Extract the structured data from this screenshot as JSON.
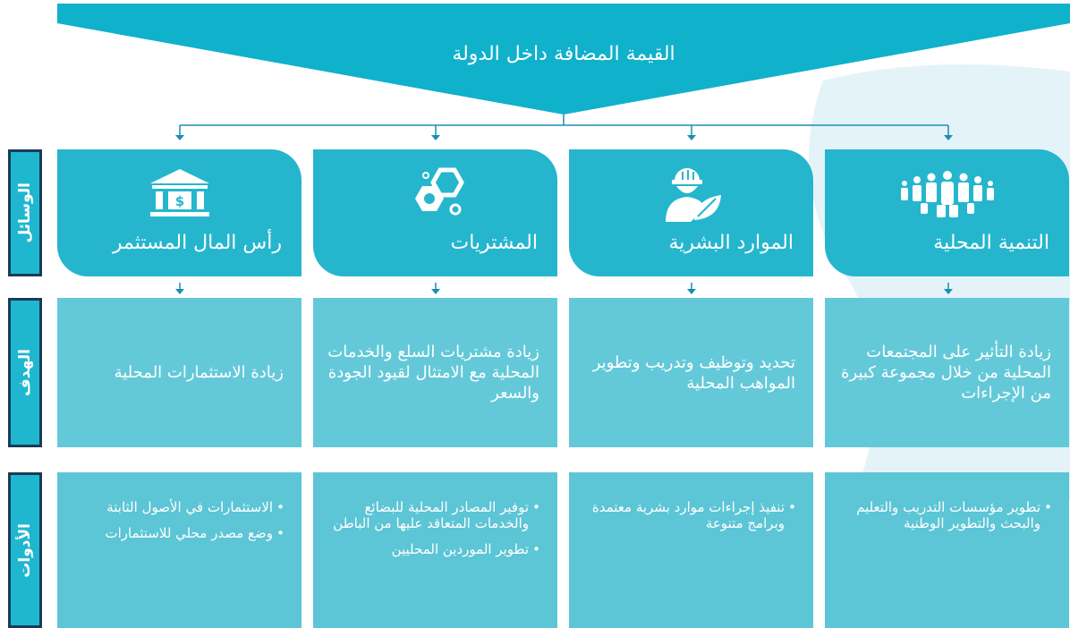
{
  "header": {
    "title": "القيمة المضافة داخل الدولة"
  },
  "row_labels": {
    "means": "الوسائل",
    "goal": "الهدف",
    "tools": "الأدوات"
  },
  "columns": [
    {
      "title": "رأس المال المستثمر",
      "icon": "bank-icon",
      "goal": "زيادة الاستثمارات المحلية",
      "tools": [
        "الاستثمارات في الأصول الثابتة",
        "وضع مصدر محلي للاستثمارات"
      ]
    },
    {
      "title": "المشتريات",
      "icon": "gear-nut-icon",
      "goal": "زيادة مشتريات السلع والخدمات المحلية مع الامتثال لقيود الجودة والسعر",
      "tools": [
        "توفير المصادر المحلية للبضائع والخدمات المتعاقد عليها من الباطن",
        "تطوير الموردين المحليين"
      ]
    },
    {
      "title": "الموارد البشرية",
      "icon": "worker-leaf-icon",
      "goal": "تحديد وتوظيف وتدريب وتطوير المواهب المحلية",
      "tools": [
        "تنفيذ إجراءات موارد بشرية معتمدة وبرامج متنوعة"
      ]
    },
    {
      "title": "التنمية المحلية",
      "icon": "community-icon",
      "goal": "زيادة التأثير على المجتمعات المحلية من خلال مجموعة كبيرة من الإجراءات",
      "tools": [
        "تطوير مؤسسات التدريب والتعليم والبحث والتطوير الوطنية"
      ]
    }
  ],
  "colors": {
    "banner": "#0fb1cb",
    "card": "#25b6ce",
    "goal": "#63c9d9",
    "tools": "#5cc5d6",
    "label_border": "#1a3b57",
    "connector": "#1a8fb0"
  }
}
